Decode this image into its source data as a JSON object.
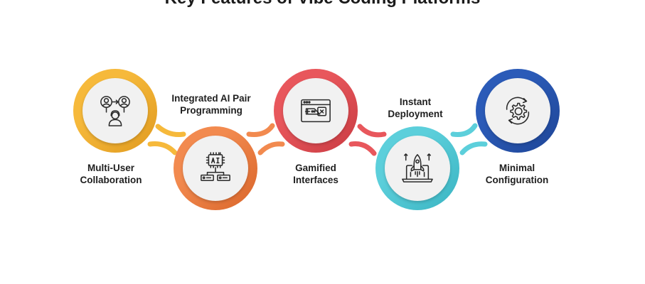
{
  "title": "Key Features of Vibe Coding Platforms",
  "steps": [
    {
      "label_line1": "Multi-User",
      "label_line2": "Collaboration",
      "icon": "collaboration-icon",
      "color": "#f6b93b",
      "shade": "#e09a1f"
    },
    {
      "label_line1": "Integrated AI Pair",
      "label_line2": "Programming",
      "icon": "ai-chip-icon",
      "color": "#f28a4f",
      "shade": "#d9652a"
    },
    {
      "label_line1": "Gamified",
      "label_line2": "Interfaces",
      "icon": "game-window-icon",
      "color": "#e8575c",
      "shade": "#c93b42"
    },
    {
      "label_line1": "Instant",
      "label_line2": "Deployment",
      "icon": "rocket-laptop-icon",
      "color": "#5ccfdb",
      "shade": "#3ab4c2"
    },
    {
      "label_line1": "Minimal",
      "label_line2": "Configuration",
      "icon": "gear-cycle-icon",
      "color": "#2b5bb8",
      "shade": "#1e4596"
    }
  ]
}
